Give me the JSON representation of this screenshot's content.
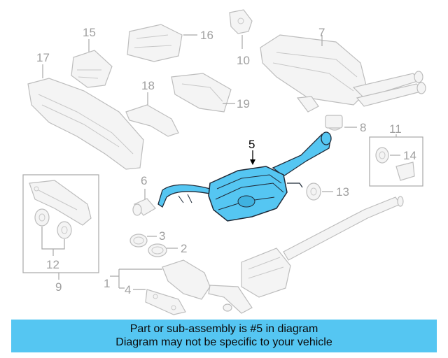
{
  "callouts": {
    "c1": "1",
    "c2": "2",
    "c3": "3",
    "c4": "4",
    "c5": "5",
    "c6": "6",
    "c7": "7",
    "c8": "8",
    "c9": "9",
    "c10": "10",
    "c11": "11",
    "c12": "12",
    "c13": "13",
    "c14": "14",
    "c15": "15",
    "c16": "16",
    "c17": "17",
    "c18": "18",
    "c19": "19"
  },
  "highlight_color": "#55c6f2",
  "banner": {
    "line1": "Part or sub-assembly is #5 in diagram",
    "line2": "Diagram may not be specific to your vehicle"
  }
}
